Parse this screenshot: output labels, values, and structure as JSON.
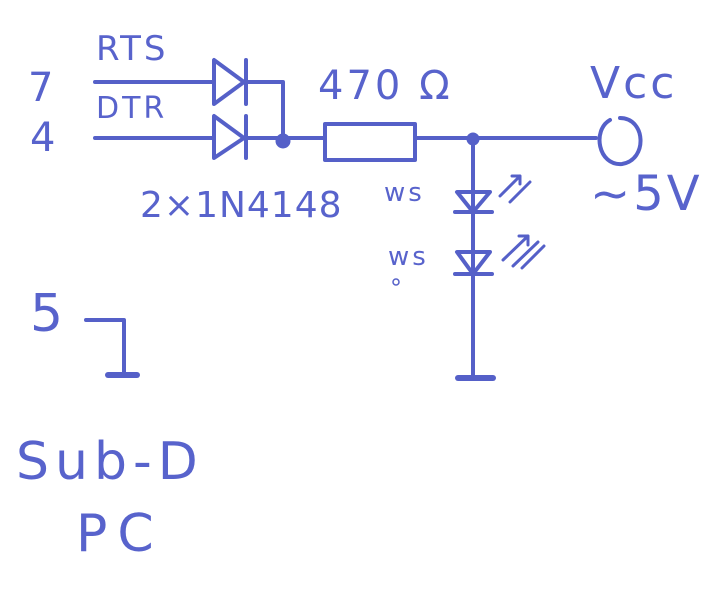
{
  "pins": {
    "rts_pin": "7",
    "dtr_pin": "4",
    "gnd_pin": "5"
  },
  "signals": {
    "rts": "RTS",
    "dtr": "DTR"
  },
  "components": {
    "diodes": "2×1N4148",
    "resistor": "470 Ω",
    "led1": "ws",
    "led2": "ws"
  },
  "supply": {
    "label": "Vcc",
    "voltage": "~5V"
  },
  "connector": {
    "type": "Sub-D",
    "host": "PC"
  },
  "colors": {
    "ink": "#5560c8",
    "background": "#ffffff"
  }
}
